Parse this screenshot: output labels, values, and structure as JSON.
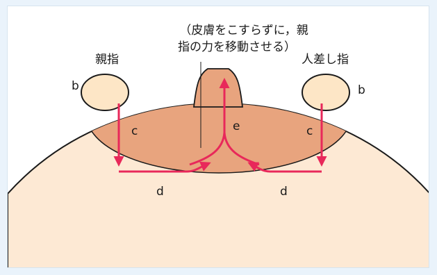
{
  "annotation": {
    "line1": "（皮膚をこすらずに，親",
    "line2": "指の力を移動させる）"
  },
  "labels": {
    "thumb": "親指",
    "index_finger": "人差し指",
    "b_left": "b",
    "b_right": "b",
    "c_left": "c",
    "c_right": "c",
    "d_left": "d",
    "d_right": "d",
    "e": "e"
  },
  "colors": {
    "frame_bg": "#eaf3fb",
    "breast": "#fde9d4",
    "areola": "#e8a47e",
    "finger": "#fde6c6",
    "outline": "#1a1a1a",
    "arrow": "#e8285a"
  }
}
